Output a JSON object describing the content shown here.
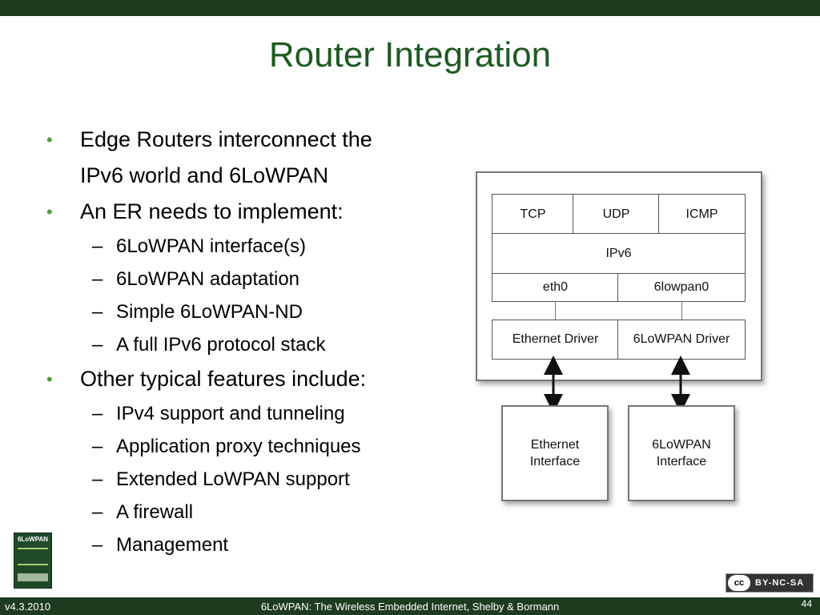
{
  "slide": {
    "title": "Router Integration",
    "bullets": [
      {
        "text": "Edge Routers interconnect the",
        "cont": "IPv6 world and 6LoWPAN"
      },
      {
        "text": "An ER needs to implement:",
        "subs": [
          "6LoWPAN interface(s)",
          "6LoWPAN adaptation",
          "Simple 6LoWPAN-ND",
          "A full IPv6 protocol stack"
        ]
      },
      {
        "text": "Other typical features include:",
        "subs": [
          "IPv4 support and tunneling",
          "Application proxy techniques",
          "Extended LoWPAN support",
          "A firewall",
          "Management"
        ]
      }
    ]
  },
  "diagram": {
    "tcp": "TCP",
    "udp": "UDP",
    "icmp": "ICMP",
    "ipv6": "IPv6",
    "eth0": "eth0",
    "lowpan0": "6lowpan0",
    "eth_driver": "Ethernet Driver",
    "lowpan_driver": "6LoWPAN Driver",
    "eth_iface_1": "Ethernet",
    "eth_iface_2": "Interface",
    "lowpan_iface_1": "6LoWPAN",
    "lowpan_iface_2": "Interface"
  },
  "book": {
    "title": "6LoWPAN"
  },
  "license": {
    "icon": "cc",
    "text": "BY-NC-SA"
  },
  "footer": {
    "version": "v4.3.2010",
    "center": "6LoWPAN: The Wireless Embedded Internet, Shelby & Bormann",
    "page": "44"
  },
  "colors": {
    "bar": "#1f3b1f",
    "title": "#1e5a23",
    "bullet": "#5a9a3a"
  }
}
